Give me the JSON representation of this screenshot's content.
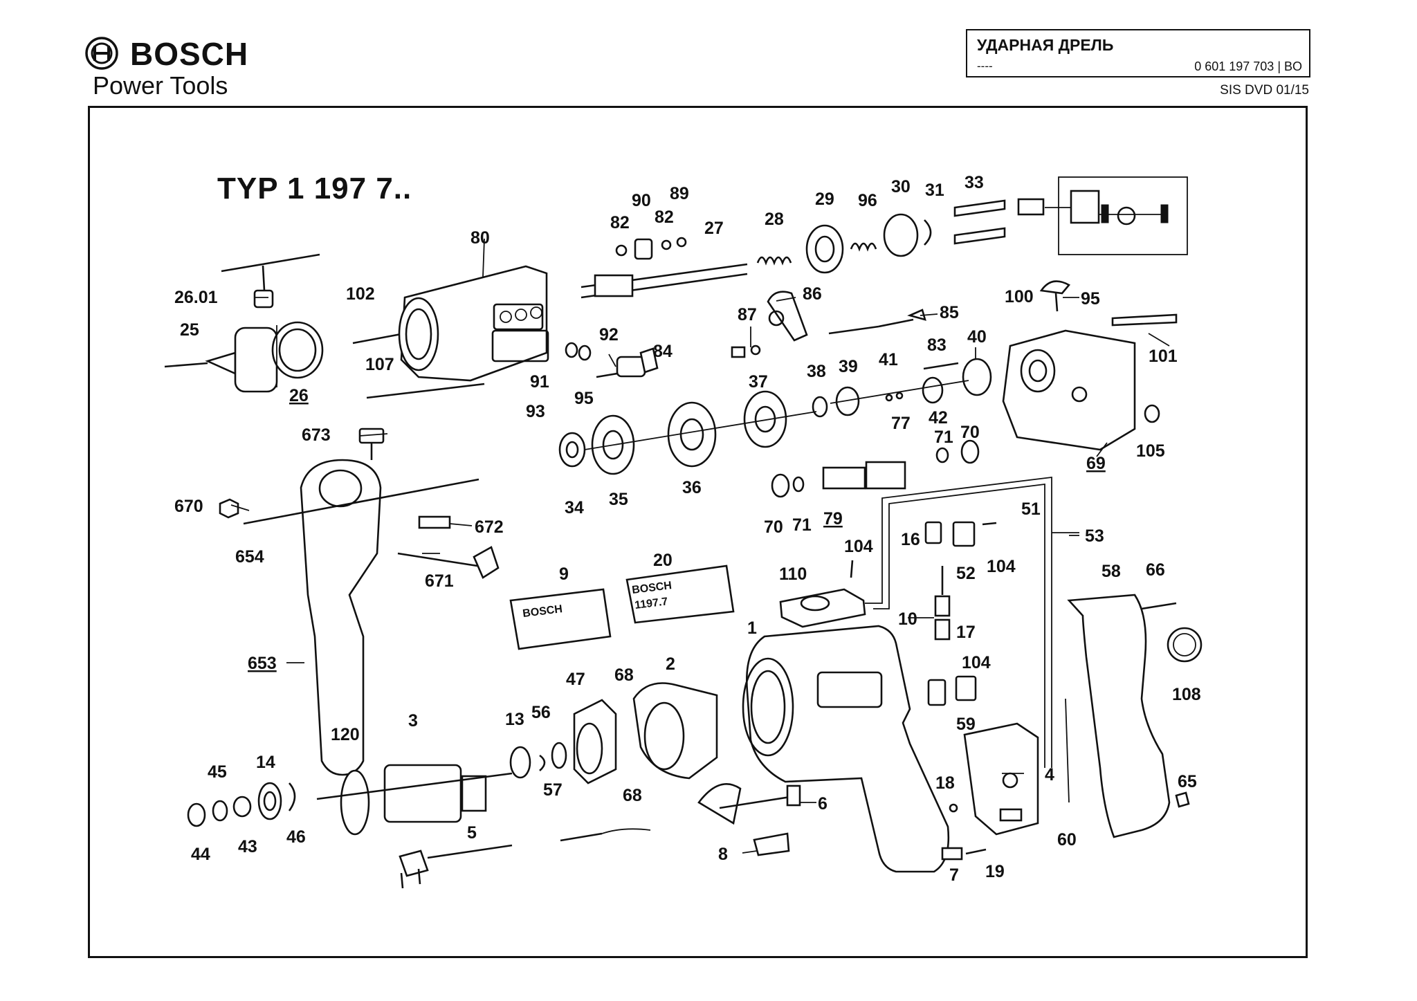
{
  "header": {
    "brand": "BOSCH",
    "subbrand": "Power Tools",
    "doc_title": "УДАРНАЯ ДРЕЛЬ",
    "doc_dash": "----",
    "part_number": "0 601 197 703 | BO",
    "revision": "SIS DVD 01/15"
  },
  "diagram": {
    "type_label": "TYP  1 197 7..",
    "labels": {
      "l90": "90",
      "l89": "89",
      "l82a": "82",
      "l82b": "82",
      "l27": "27",
      "l28": "28",
      "l29": "29",
      "l96": "96",
      "l30": "30",
      "l31": "31",
      "l33": "33",
      "l80": "80",
      "l2601": "26.01",
      "l102": "102",
      "l86": "86",
      "l85": "85",
      "l87": "87",
      "l100": "100",
      "l95a": "95",
      "l101": "101",
      "l25": "25",
      "l26": "26",
      "l92": "92",
      "l84": "84",
      "l91": "91",
      "l107": "107",
      "l93": "93",
      "l95b": "95",
      "l37": "37",
      "l38": "38",
      "l39": "39",
      "l41": "41",
      "l40": "40",
      "l83": "83",
      "l77": "77",
      "l42": "42",
      "l105": "105",
      "l69": "69",
      "l673": "673",
      "l71a": "71",
      "l70a": "70",
      "l34": "34",
      "l35": "35",
      "l36": "36",
      "l70b": "70",
      "l71b": "71",
      "l79": "79",
      "l670": "670",
      "l672": "672",
      "l654": "654",
      "l671": "671",
      "l51": "51",
      "l53": "53",
      "l16": "16",
      "l52": "52",
      "l104a": "104",
      "l104b": "104",
      "l9": "9",
      "l20": "20",
      "l110": "110",
      "l58": "58",
      "l66": "66",
      "l10": "10",
      "l17": "17",
      "l104c": "104",
      "l653": "653",
      "l1": "1",
      "l108": "108",
      "l47": "47",
      "l68a": "68",
      "l2": "2",
      "l59": "59",
      "l120": "120",
      "l3": "3",
      "l13": "13",
      "l56": "56",
      "l4": "4",
      "l45": "45",
      "l14": "14",
      "l57": "57",
      "l68b": "68",
      "l18": "18",
      "l65": "65",
      "l6": "6",
      "l44": "44",
      "l43": "43",
      "l46": "46",
      "l60": "60",
      "l5": "5",
      "l8": "8",
      "l7": "7",
      "l19": "19"
    },
    "badges": {
      "plate9": "BOSCH",
      "plate20_brand": "BOSCH",
      "plate20_model": "1197.7"
    }
  }
}
